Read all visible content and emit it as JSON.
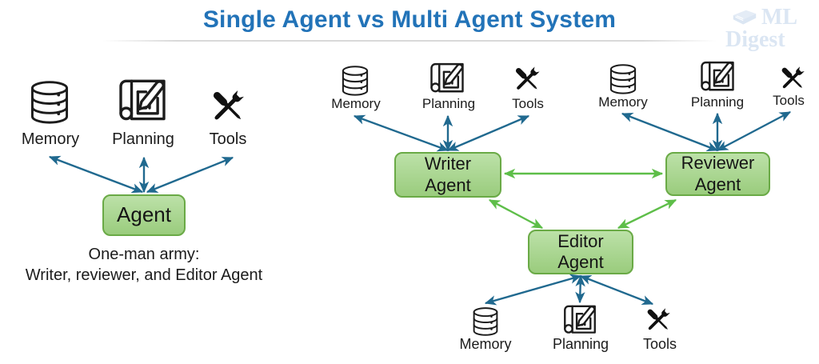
{
  "title": "Single Agent vs Multi Agent System",
  "watermark": {
    "line1": "ML",
    "line2": "Digest"
  },
  "single_agent": {
    "resources": [
      "Memory",
      "Planning",
      "Tools"
    ],
    "agent_label": "Agent",
    "caption_line1": "One-man army:",
    "caption_line2": "Writer, reviewer, and Editor Agent"
  },
  "multi_agent": {
    "writer_agent": {
      "name_line1": "Writer",
      "name_line2": "Agent",
      "resources": [
        "Memory",
        "Planning",
        "Tools"
      ]
    },
    "reviewer_agent": {
      "name_line1": "Reviewer",
      "name_line2": "Agent",
      "resources": [
        "Memory",
        "Planning",
        "Tools"
      ]
    },
    "editor_agent": {
      "name_line1": "Editor",
      "name_line2": "Agent",
      "resources": [
        "Memory",
        "Planning",
        "Tools"
      ]
    }
  },
  "icons": {
    "memory": "database-icon",
    "planning": "blueprint-pencil-icon",
    "tools": "screwdriver-wrench-icon",
    "watermark_logo": "book-icon"
  },
  "colors": {
    "title_blue": "#2273b8",
    "box_fill": "#a8d38e",
    "box_border": "#6aaa46",
    "resource_arrow": "#20698f",
    "agent_arrow": "#5ebe49",
    "watermark_blue": "#dbe6f3"
  }
}
